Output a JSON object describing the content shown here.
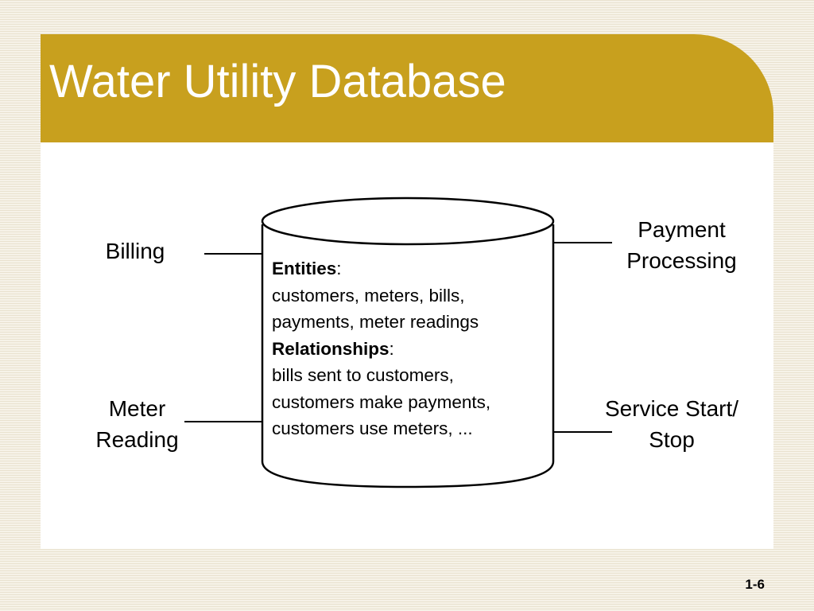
{
  "slide": {
    "title": "Water Utility Database",
    "page_number": "1-6"
  },
  "diagram": {
    "database": {
      "entities_heading": "Entities",
      "entities_colon": ":",
      "entities_lines": [
        "customers, meters, bills,",
        "payments, meter readings"
      ],
      "relationships_heading": "Relationships",
      "relationships_colon": ":",
      "relationships_lines": [
        "bills sent to customers,",
        "customers make payments,",
        "customers use meters, ..."
      ]
    },
    "applications": {
      "billing": [
        "Billing"
      ],
      "meter_reading": [
        "Meter",
        "Reading"
      ],
      "payment_processing": [
        "Payment",
        "Processing"
      ],
      "service_start_stop": [
        "Service Start/",
        "Stop"
      ]
    }
  },
  "colors": {
    "title_bar": "#c8a01e",
    "title_text": "#ffffff",
    "panel": "#ffffff"
  }
}
